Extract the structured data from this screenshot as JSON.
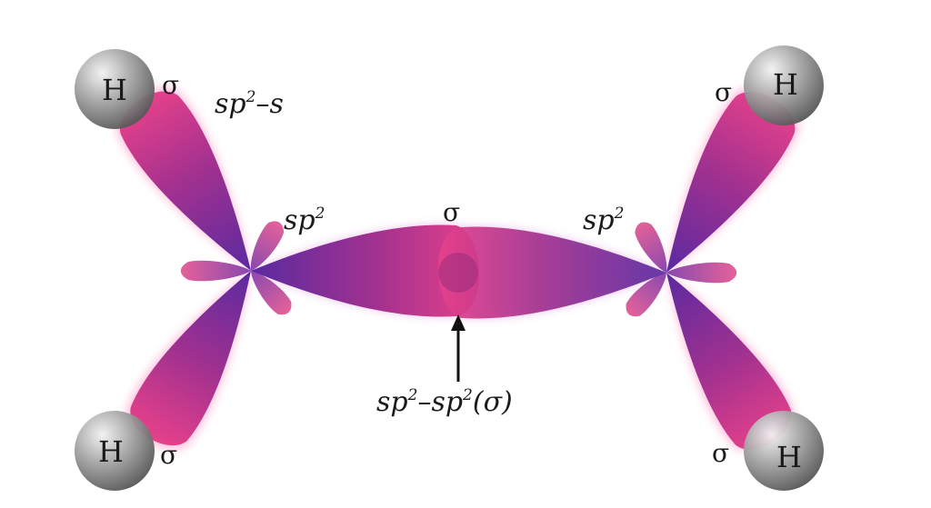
{
  "atoms": {
    "h_top_left": "H",
    "h_bottom_left": "H",
    "h_top_right": "H",
    "h_bottom_right": "H"
  },
  "labels": {
    "sigma_top_left": "σ",
    "sigma_bottom_left": "σ",
    "sigma_top_right": "σ",
    "sigma_bottom_right": "σ",
    "sigma_center": "σ",
    "sp2_s": {
      "base": "sp",
      "sup": "2",
      "tail": "–s"
    },
    "sp2_left": {
      "base": "sp",
      "sup": "2"
    },
    "sp2_right": {
      "base": "sp",
      "sup": "2"
    },
    "cc_bond": {
      "base1": "sp",
      "sup1": "2",
      "mid": "–sp",
      "sup2": "2",
      "tail": "(σ)"
    }
  },
  "colors": {
    "lobe_magenta": "#e23c86",
    "lobe_violet": "#6a2fa0",
    "h_sphere": "#8c8c8c",
    "arrow": "#111111"
  }
}
